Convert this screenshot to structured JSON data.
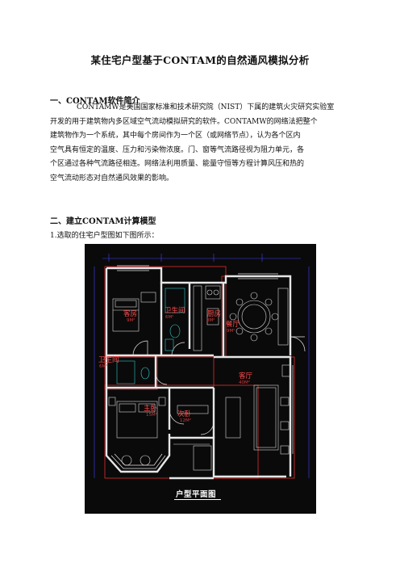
{
  "doc": {
    "title": "某住宅户型基于CONTAM的自然通风模拟分析",
    "section1": {
      "heading": "一、CONTAM软件简介",
      "lines": [
        "CONTAMW是美国国家标准和技术研究院（NIST）下属的建筑火灾研究实验室",
        "开发的用于建筑物内多区域空气流动模拟研究的软件。CONTAMW的网络法把整个",
        "建筑物作为一个系统，其中每个房间作为一个区（或网络节点），认为各个区内",
        "空气具有恒定的温度、压力和污染物浓度。门、窗等气流路径视为阻力单元，各",
        "个区通过各种气流路径相连。网络法利用质量、能量守恒等方程计算风压和热的",
        "空气流动形态对自然通风效果的影响。"
      ]
    },
    "section2": {
      "heading": "二、建立CONTAM计算模型",
      "caption": "1.选取的住宅户型图如下图所示："
    }
  },
  "floorplan": {
    "rooms": [
      {
        "name": "客房",
        "area": "9M²"
      },
      {
        "name": "卫生间",
        "area": "6M²"
      },
      {
        "name": "厨房",
        "area": "8M²"
      },
      {
        "name": "餐厅",
        "area": "9M²"
      },
      {
        "name": "卫生间",
        "area": "6M²"
      },
      {
        "name": "客厅",
        "area": "40M²"
      },
      {
        "name": "主卧",
        "area": "15M²"
      },
      {
        "name": "次卧",
        "area": "12M²"
      }
    ],
    "caption": "户型平面图",
    "colors": {
      "background": "#0a0a0a",
      "wall": "#e6e6e6",
      "wall_outline": "#ff3333",
      "furniture": "#d9d9d9",
      "fixture": "#33c7c7",
      "label": "#ff4d4d",
      "dimension": "#4444ff"
    }
  }
}
